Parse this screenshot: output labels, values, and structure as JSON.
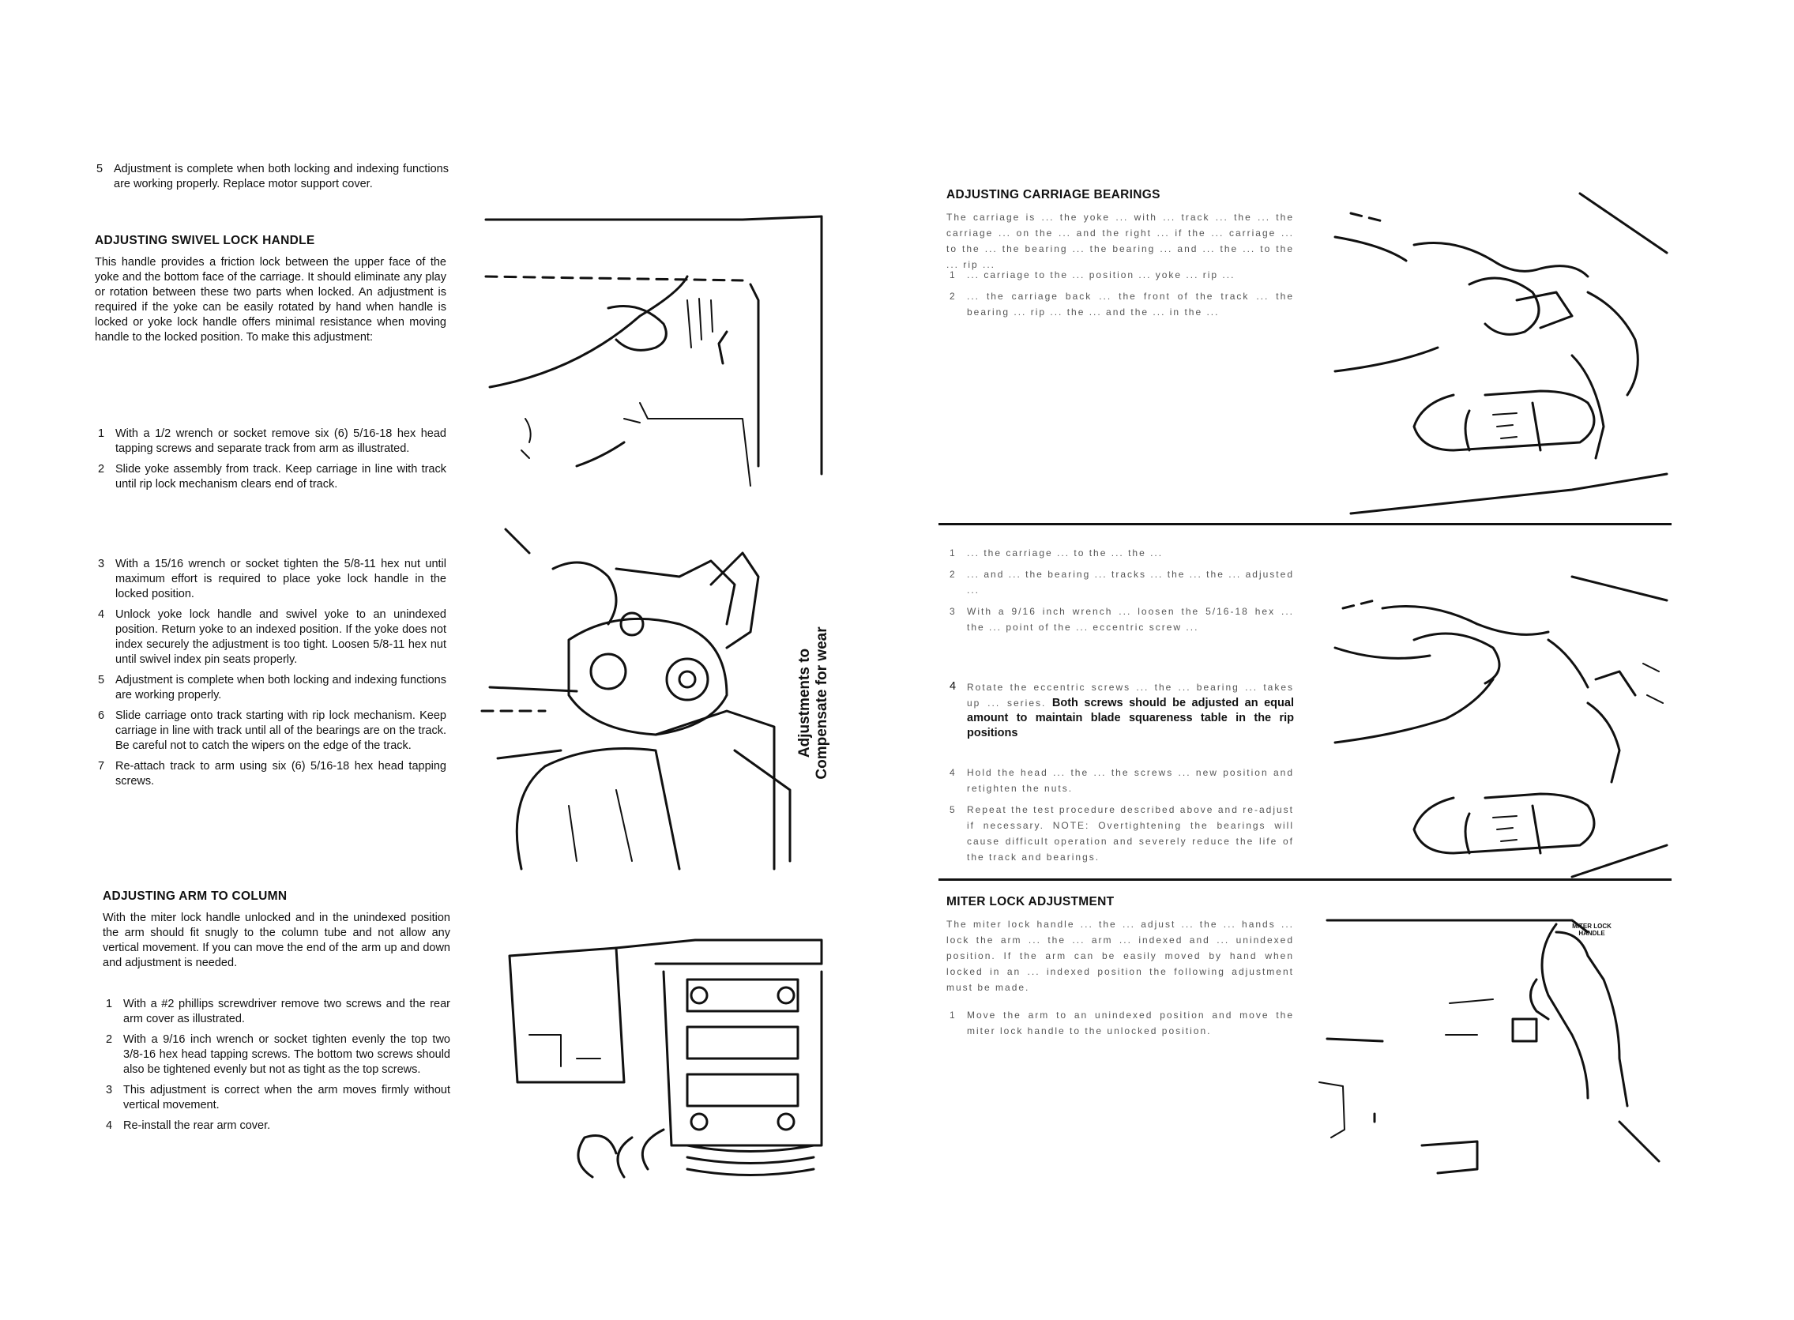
{
  "side_tab": {
    "line1": "Adjustments to",
    "line2": "Compensate for wear"
  },
  "left": {
    "intro_item": {
      "num": "5",
      "text": "Adjustment is complete when both locking and indexing functions are working properly. Replace motor support cover."
    },
    "swivel": {
      "heading": "ADJUSTING SWIVEL LOCK HANDLE",
      "body": "This handle provides a friction lock between the upper face of the yoke and the bottom face of the carriage. It should eliminate any play or rotation between these two parts when locked. An adjustment is required if the yoke can be easily rotated by hand when handle is locked or yoke lock handle offers minimal resistance when moving handle to the locked position. To make this adjustment:",
      "steps_a": [
        {
          "num": "1",
          "text": "With a 1/2 wrench or socket remove six (6) 5/16-18 hex head tapping screws and separate track from arm as illustrated."
        },
        {
          "num": "2",
          "text": "Slide yoke assembly from track. Keep carriage in line with track until rip lock mechanism clears end of track."
        }
      ],
      "steps_b": [
        {
          "num": "3",
          "text": "With a 15/16 wrench or socket tighten the 5/8-11 hex nut until maximum effort is required to place yoke lock handle in the locked position."
        },
        {
          "num": "4",
          "text": "Unlock yoke lock handle and swivel yoke to an unindexed position. Return yoke to an indexed position. If the yoke does not index securely the adjustment is too tight. Loosen 5/8-11 hex nut until swivel index pin seats properly."
        },
        {
          "num": "5",
          "text": "Adjustment is complete when both locking and indexing functions are working properly."
        },
        {
          "num": "6",
          "text": "Slide carriage onto track starting with rip lock mechanism. Keep carriage in line with track until all of the bearings are on the track. Be careful not to catch the wipers on the edge of the track."
        },
        {
          "num": "7",
          "text": "Re-attach track to arm using six (6) 5/16-18 hex head tapping screws."
        }
      ]
    },
    "arm": {
      "heading": "ADJUSTING ARM TO COLUMN",
      "body": "With the miter lock handle unlocked and in the unindexed position the arm should fit snugly to the column tube and not allow any vertical movement. If you can move the end of the arm up and down and adjustment is needed.",
      "steps": [
        {
          "num": "1",
          "text": "With a #2 phillips screwdriver remove two screws and the rear arm cover as illustrated."
        },
        {
          "num": "2",
          "text": "With a 9/16 inch wrench or socket tighten evenly the top two 3/8-16 hex head tapping screws. The bottom two screws should also be tightened evenly but not as tight as the top screws."
        },
        {
          "num": "3",
          "text": "This adjustment is correct when the arm moves firmly without vertical movement."
        },
        {
          "num": "4",
          "text": "Re-install the rear arm cover."
        }
      ]
    }
  },
  "right": {
    "carriage": {
      "heading": "ADJUSTING CARRIAGE BEARINGS",
      "body": "The carriage is ... the yoke ... with ... track ... the ... the carriage ... on the ... and the right ... if the ... carriage ... to the ... the bearing ... the bearing ... and ... the ... to the ... rip ...",
      "steps_top": [
        {
          "num": "1",
          "text": "... carriage to the ... position ... yoke ... rip ..."
        },
        {
          "num": "2",
          "text": "... the carriage back ... the front of the track ... the bearing ... rip ... the ... and the ... in the ..."
        }
      ],
      "steps_bottom": [
        {
          "num": "1",
          "text": "... the carriage ... to the ... the ..."
        },
        {
          "num": "2",
          "text": "... and ... the bearing ... tracks ... the ... the ... adjusted ..."
        },
        {
          "num": "3",
          "text": "With a 9/16 inch wrench ... loosen the 5/16-18 hex ... the ... point of the ... eccentric screw ..."
        }
      ],
      "step4_plain": "Rotate the eccentric screws ... the ... bearing ... takes up ... series.",
      "step4_bold": "Both screws should be adjusted an equal amount to maintain blade squareness table in the rip positions",
      "step4_num": "4",
      "steps_tail": [
        {
          "num": "4",
          "text": "Hold the head ... the ... the screws ... new position and retighten the nuts."
        },
        {
          "num": "5",
          "text": "Repeat the test procedure described above and re-adjust if necessary. NOTE: Overtightening the bearings will cause difficult operation and severely reduce the life of the track and bearings."
        }
      ]
    },
    "miter": {
      "heading": "MITER LOCK ADJUSTMENT",
      "body": "The miter lock handle ... the ... adjust ... the ... hands ... lock the arm ... the ... arm ... indexed and ... unindexed position. If the arm can be easily moved by hand when locked in an ... indexed position the following adjustment must be made.",
      "step1": {
        "num": "1",
        "text": "Move the arm to an unindexed position and move the miter lock handle to the unlocked position."
      },
      "callout": "MITER LOCK HANDLE"
    }
  }
}
